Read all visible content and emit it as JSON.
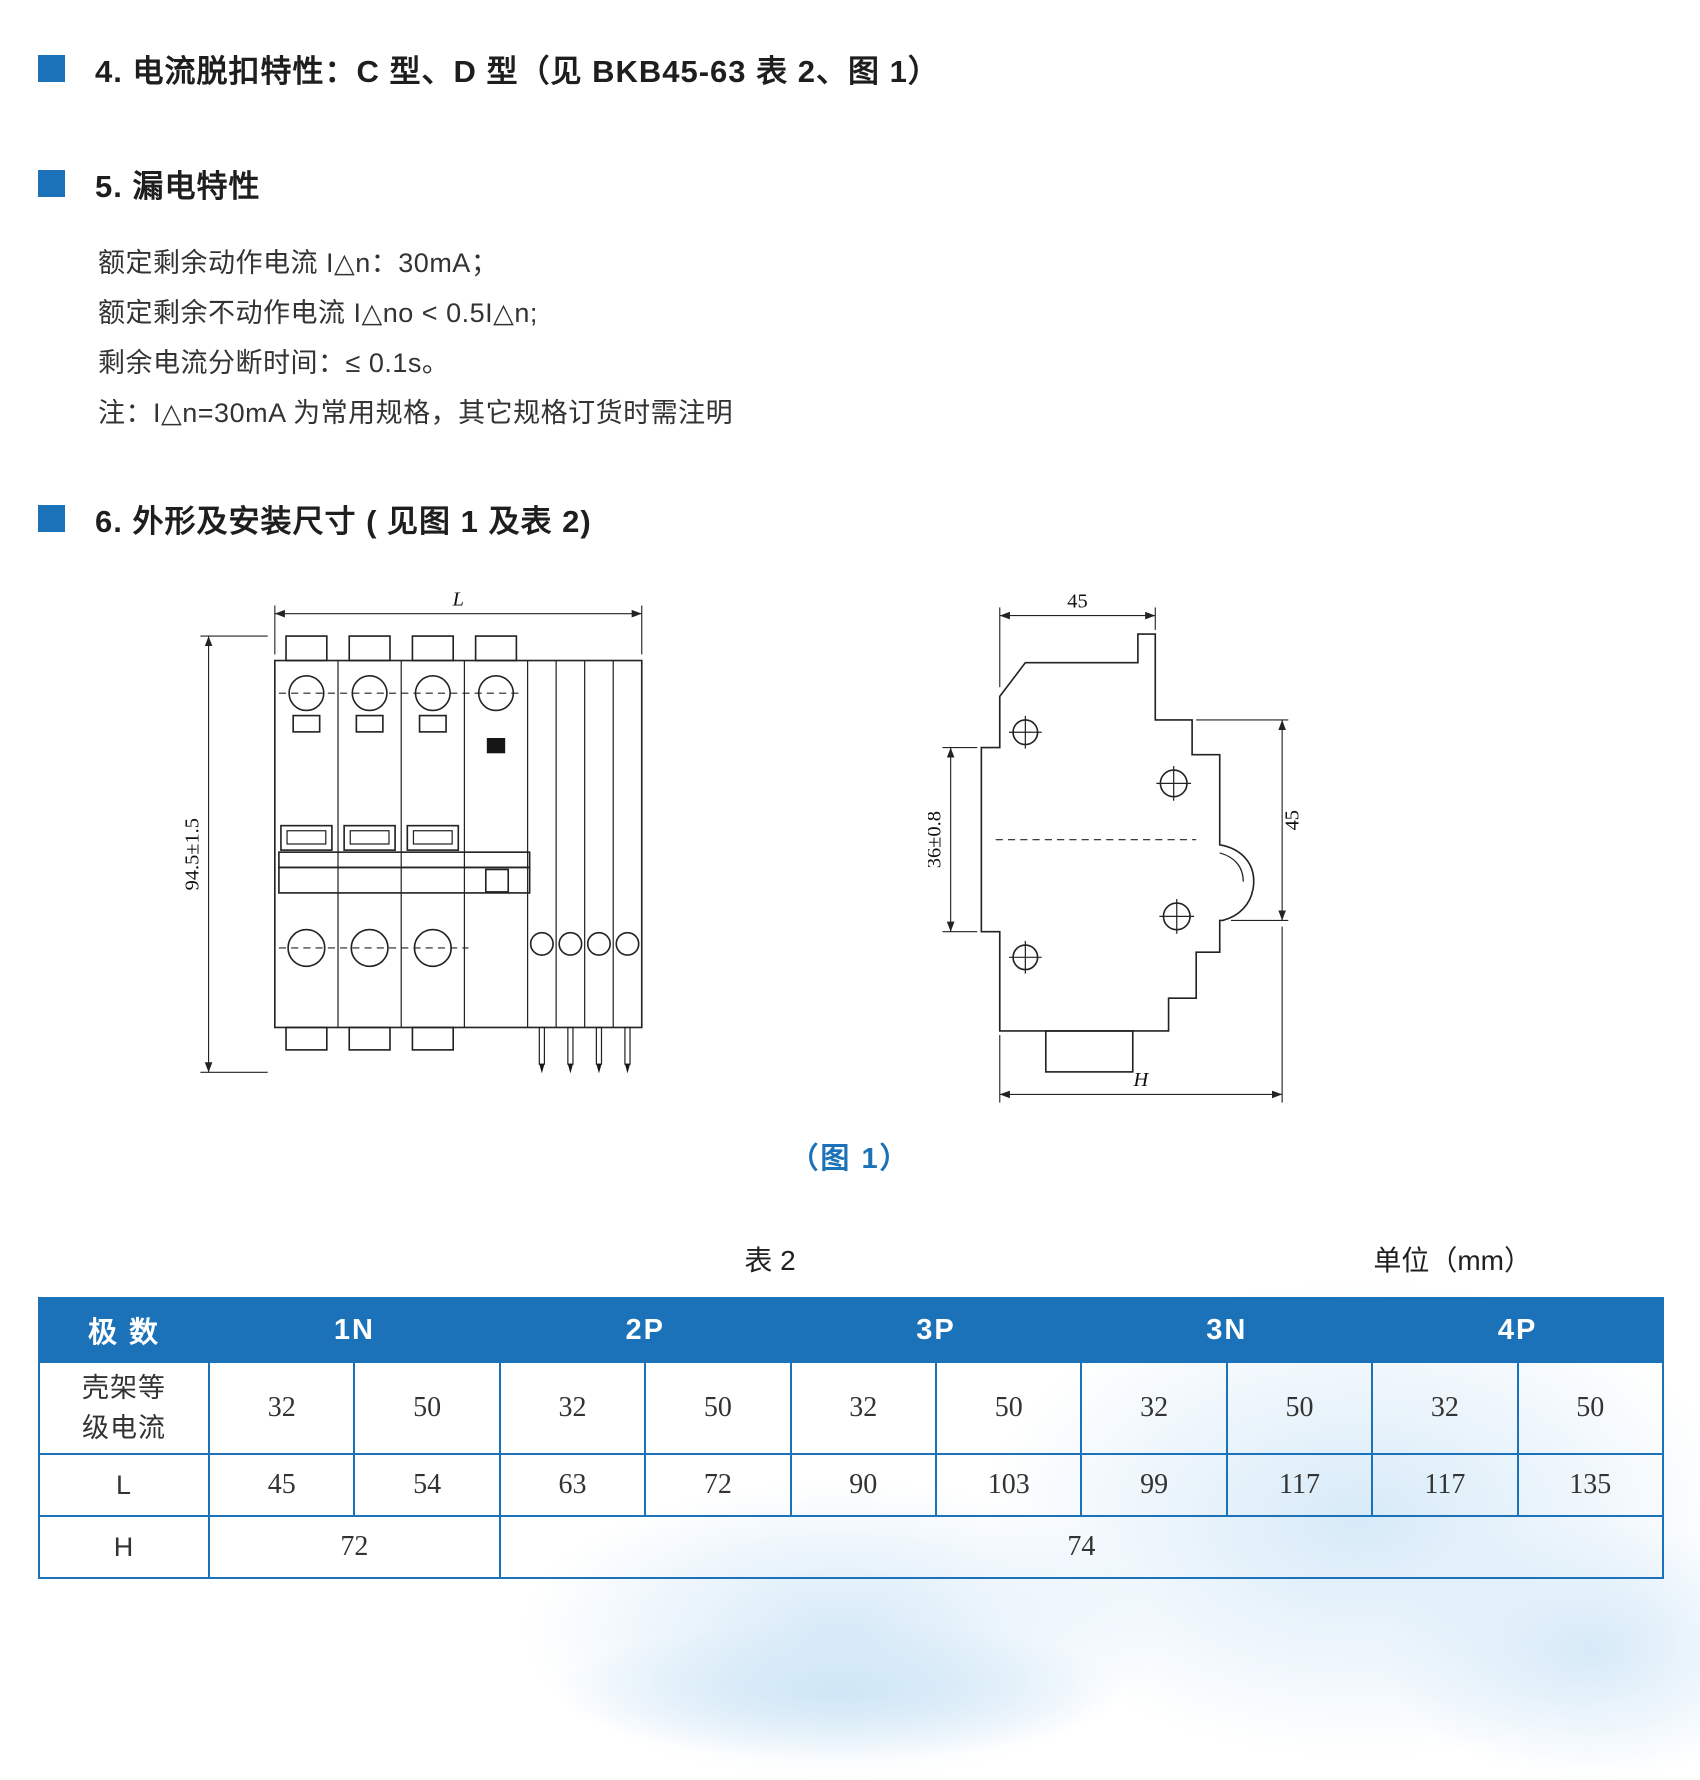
{
  "accent": "#1b72b8",
  "sections": {
    "s4": {
      "title": "4. 电流脱扣特性：C 型、D 型（见 BKB45-63 表 2、图 1）"
    },
    "s5": {
      "title": "5. 漏电特性",
      "lines": [
        "额定剩余动作电流 I△n：30mA；",
        "额定剩余不动作电流 I△no < 0.5I△n;",
        "剩余电流分断时间：≤ 0.1s。",
        "注：I△n=30mA 为常用规格，其它规格订货时需注明"
      ]
    },
    "s6": {
      "title": "6. 外形及安装尺寸 ( 见图 1 及表 2)"
    }
  },
  "figure": {
    "caption": "（图 1）",
    "front": {
      "width_label": "L",
      "height_label": "94.5±1.5"
    },
    "side": {
      "top_label": "45",
      "left_label": "36±0.8",
      "right_label": "45",
      "bottom_label": "H"
    }
  },
  "table": {
    "caption": "表 2",
    "unit": "单位（mm）",
    "col0_header": "极 数",
    "groups": [
      "1N",
      "2P",
      "3P",
      "3N",
      "4P"
    ],
    "row_frame": {
      "label": "壳架等\n级电流",
      "values": [
        "32",
        "50",
        "32",
        "50",
        "32",
        "50",
        "32",
        "50",
        "32",
        "50"
      ]
    },
    "row_L": {
      "label": "L",
      "values": [
        "45",
        "54",
        "63",
        "72",
        "90",
        "103",
        "99",
        "117",
        "117",
        "135"
      ]
    },
    "row_H": {
      "label": "H",
      "values": [
        "72",
        "74"
      ]
    }
  }
}
